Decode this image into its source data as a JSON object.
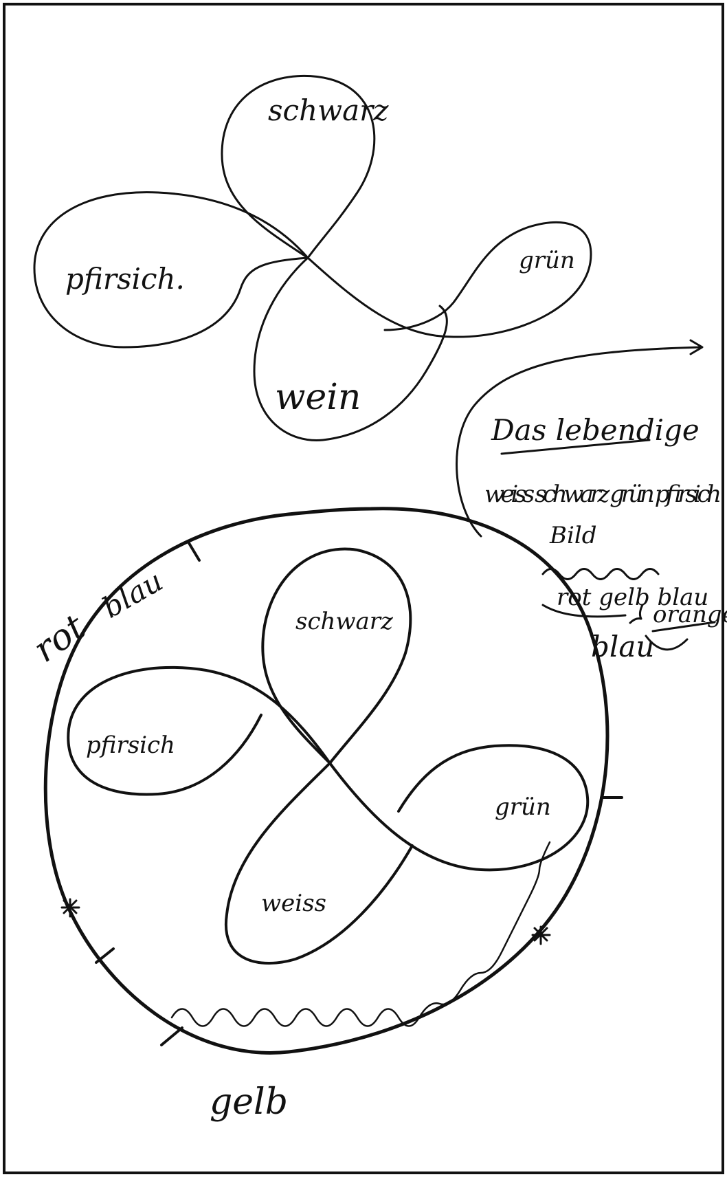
{
  "upper_figure": {
    "labels": {
      "top": "schwarz",
      "left": "pfirsich.",
      "right": "grün",
      "bottom": "wein"
    }
  },
  "note": {
    "title": "Das lebendige",
    "line1": "weiss schwarz grün pfirsich",
    "line2": "Bild",
    "line3": "rot gelb blau",
    "line4": "orange",
    "line5": "blau"
  },
  "lower_figure": {
    "labels": {
      "top": "schwarz",
      "left": "pfirsich",
      "right": "grün",
      "bottom": "weiss"
    },
    "ring_labels": {
      "upper_left": "rot",
      "upper_left_2": "blau",
      "bottom": "gelb"
    }
  }
}
